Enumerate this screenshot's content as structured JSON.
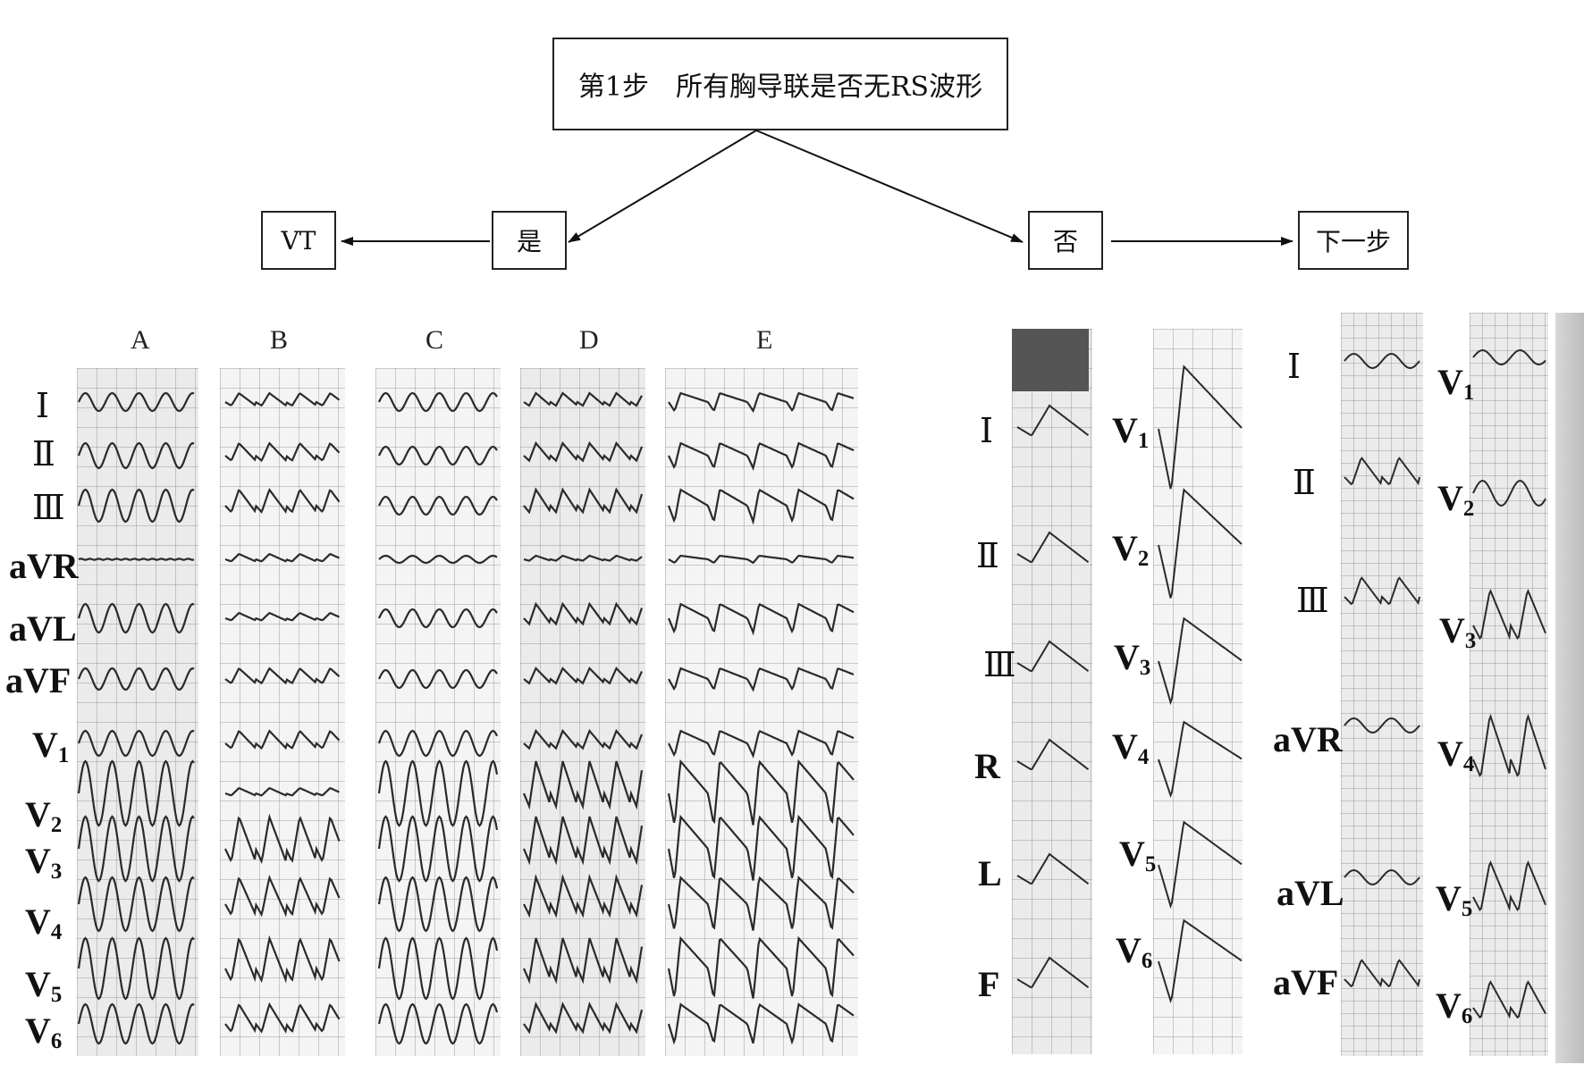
{
  "flowchart": {
    "step_box": "第1步　所有胸导联是否无RS波形",
    "yes_box": "是",
    "no_box": "否",
    "vt_box": "VT",
    "next_box": "下一步"
  },
  "panel_left": {
    "columns": [
      "A",
      "B",
      "C",
      "D",
      "E"
    ],
    "leads": [
      {
        "main": "Ⅰ",
        "sub": ""
      },
      {
        "main": "Ⅱ",
        "sub": ""
      },
      {
        "main": "Ⅲ",
        "sub": ""
      },
      {
        "main": "aVR",
        "sub": ""
      },
      {
        "main": "aVL",
        "sub": ""
      },
      {
        "main": "aVF",
        "sub": ""
      },
      {
        "main": "V",
        "sub": "1"
      },
      {
        "main": "V",
        "sub": "2"
      },
      {
        "main": "V",
        "sub": "3"
      },
      {
        "main": "V",
        "sub": "4"
      },
      {
        "main": "V",
        "sub": "5"
      },
      {
        "main": "V",
        "sub": "6"
      }
    ]
  },
  "panel_mid": {
    "limb_leads": [
      {
        "main": "Ⅰ",
        "sub": ""
      },
      {
        "main": "Ⅱ",
        "sub": ""
      },
      {
        "main": "Ⅲ",
        "sub": ""
      },
      {
        "main": "R",
        "sub": ""
      },
      {
        "main": "L",
        "sub": ""
      },
      {
        "main": "F",
        "sub": ""
      }
    ],
    "chest_leads": [
      {
        "main": "V",
        "sub": "1"
      },
      {
        "main": "V",
        "sub": "2"
      },
      {
        "main": "V",
        "sub": "3"
      },
      {
        "main": "V",
        "sub": "4"
      },
      {
        "main": "V",
        "sub": "5"
      },
      {
        "main": "V",
        "sub": "6"
      }
    ]
  },
  "panel_right": {
    "limb_leads": [
      {
        "main": "Ⅰ",
        "sub": ""
      },
      {
        "main": "Ⅱ",
        "sub": ""
      },
      {
        "main": "Ⅲ",
        "sub": ""
      },
      {
        "main": "aVR",
        "sub": ""
      },
      {
        "main": "aVL",
        "sub": ""
      },
      {
        "main": "aVF",
        "sub": ""
      }
    ],
    "chest_leads": [
      {
        "main": "V",
        "sub": "1"
      },
      {
        "main": "V",
        "sub": "2"
      },
      {
        "main": "V",
        "sub": "3"
      },
      {
        "main": "V",
        "sub": "4"
      },
      {
        "main": "V",
        "sub": "5"
      },
      {
        "main": "V",
        "sub": "6"
      }
    ]
  }
}
